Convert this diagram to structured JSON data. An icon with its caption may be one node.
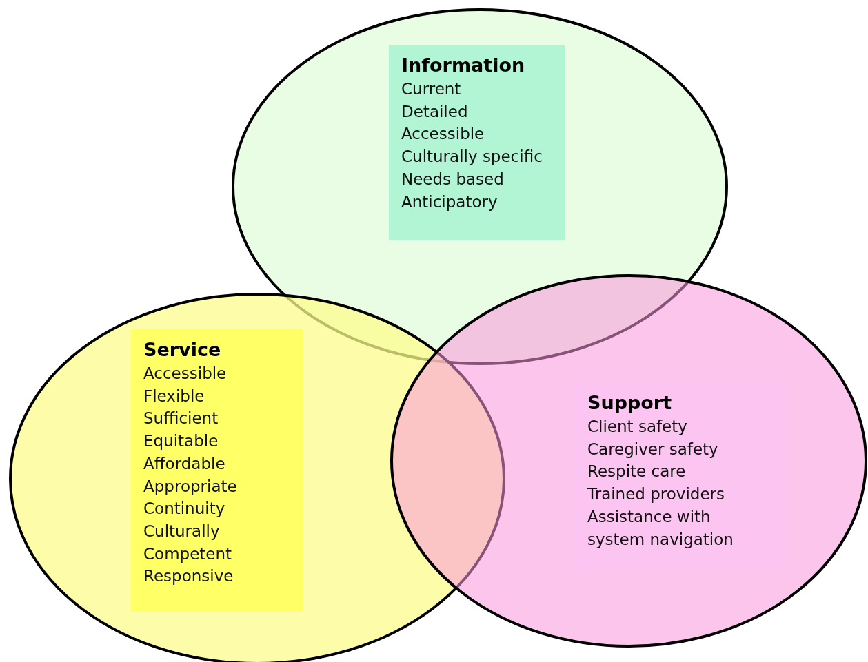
{
  "diagram": {
    "nodes": [
      {
        "text": [],
        "shape": "ellipse"
      },
      {
        "text": [
          "Information",
          "Current",
          "Detailed",
          "Accessible",
          "Culturally specific",
          "Needs based",
          "Anticipatory"
        ],
        "in": 0
      },
      {
        "text": [],
        "shape": "ellipse"
      },
      {
        "text": [
          "Service",
          "Accessible",
          "Flexible",
          "Sufficient",
          "Equitable",
          "Affordable",
          "Appropriate",
          "Continuity",
          "Culturally Competent",
          "Responsive"
        ],
        "in": 2
      },
      {
        "text": [],
        "shape": "ellipse"
      },
      {
        "text": [
          "Support",
          "Client safety",
          "Caregiver safety",
          "Respite care",
          "Trained providers",
          "Assistance with system navigation"
        ],
        "in": 4
      }
    ],
    "edges": []
  }
}
